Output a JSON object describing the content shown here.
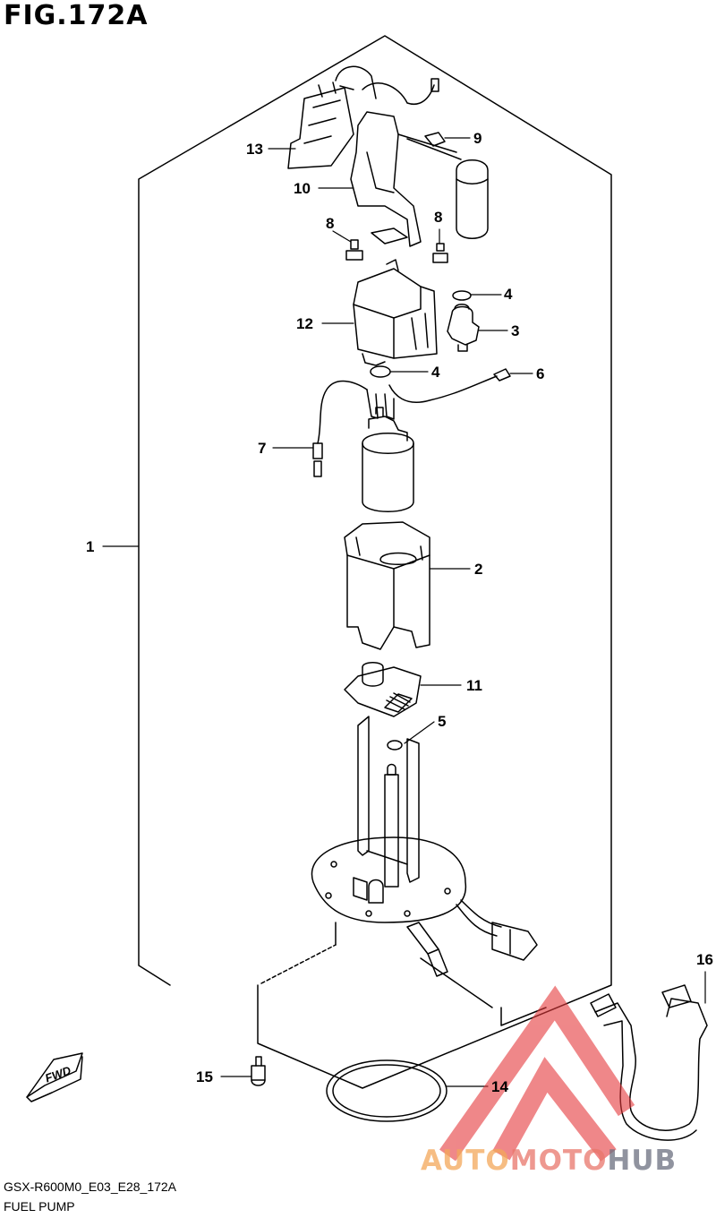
{
  "figure": {
    "title": "FIG.172A",
    "model_code": "GSX-R600M0_E03_E28_172A",
    "caption": "FUEL PUMP",
    "fwd_label": "FWD"
  },
  "callouts": [
    {
      "id": "1",
      "label": "1"
    },
    {
      "id": "2",
      "label": "2"
    },
    {
      "id": "3",
      "label": "3"
    },
    {
      "id": "4a",
      "label": "4"
    },
    {
      "id": "4b",
      "label": "4"
    },
    {
      "id": "5",
      "label": "5"
    },
    {
      "id": "6",
      "label": "6"
    },
    {
      "id": "7",
      "label": "7"
    },
    {
      "id": "8a",
      "label": "8"
    },
    {
      "id": "8b",
      "label": "8"
    },
    {
      "id": "9",
      "label": "9"
    },
    {
      "id": "10",
      "label": "10"
    },
    {
      "id": "11",
      "label": "11"
    },
    {
      "id": "12",
      "label": "12"
    },
    {
      "id": "13",
      "label": "13"
    },
    {
      "id": "14",
      "label": "14"
    },
    {
      "id": "15",
      "label": "15"
    },
    {
      "id": "16",
      "label": "16"
    }
  ],
  "watermark": {
    "part1": "AUTO",
    "part2": "MOTO",
    "part3": "HUB",
    "colors": {
      "auto": "#f3a85a",
      "moto": "#e9766b",
      "hub": "#6b6f80",
      "logo": "#e5383b"
    }
  }
}
